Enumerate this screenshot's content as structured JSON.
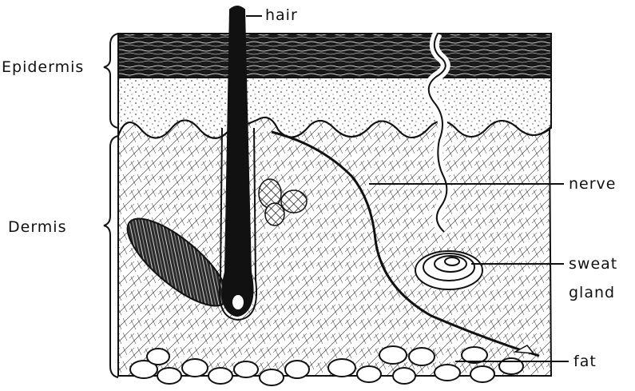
{
  "labels": {
    "hair": "hair",
    "epidermis": "Epidermis",
    "dermis": "Dermis",
    "nerve": "nerve",
    "sweat": "sweat",
    "gland": "gland",
    "fat": "fat"
  },
  "colors": {
    "ink": "#111111",
    "paper": "#ffffff"
  }
}
